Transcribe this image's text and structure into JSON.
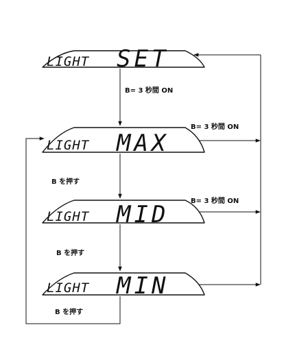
{
  "panels": [
    {
      "left": "LIGHT",
      "right": "SET"
    },
    {
      "left": "LIGHT",
      "right": "MAX"
    },
    {
      "left": "LIGHT",
      "right": "MID"
    },
    {
      "left": "LIGHT",
      "right": "MIN"
    }
  ],
  "labels": {
    "hold_set_to_max": "B= 3 秒間 ON",
    "hold_from_max": "B= 3 秒間 ON",
    "hold_from_mid": "B= 3 秒間 ON",
    "press_max_to_mid": "B を押す",
    "press_mid_to_min": "B を押す",
    "press_min_to_max": "B を押す"
  }
}
